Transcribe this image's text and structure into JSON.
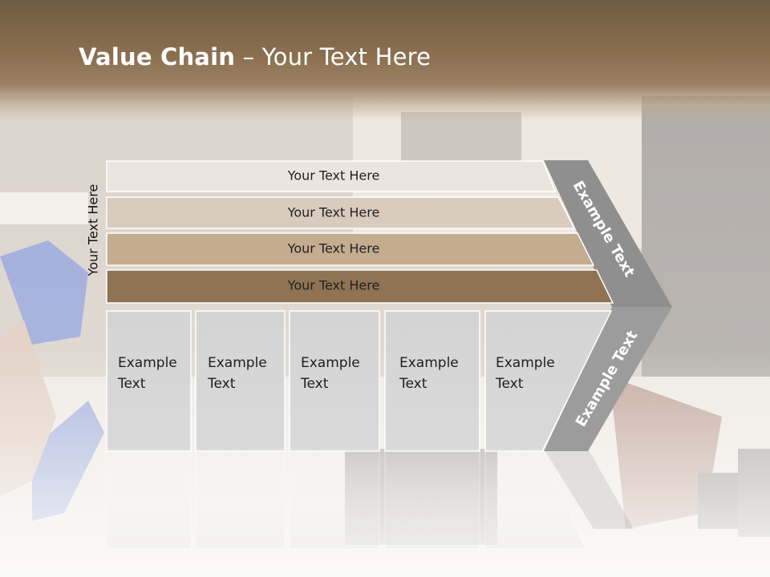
{
  "slide": {
    "title_bold": "Value Chain",
    "title_rest": " – Your Text Here",
    "vertical_label": "Your Text Here"
  },
  "bars": [
    {
      "label": "Your Text Here",
      "fill": "#ebe5df"
    },
    {
      "label": "Your Text Here",
      "fill": "#d9cbbd"
    },
    {
      "label": "Your Text Here",
      "fill": "#c4ac8f"
    },
    {
      "label": "Your Text Here",
      "fill": "#8f7352"
    }
  ],
  "cells": [
    {
      "line1": "Example",
      "line2": "Text"
    },
    {
      "line1": "Example",
      "line2": "Text"
    },
    {
      "line1": "Example",
      "line2": "Text"
    },
    {
      "line1": "Example",
      "line2": "Text"
    },
    {
      "line1": "Example",
      "line2": "Text"
    }
  ],
  "chevron": {
    "upper_label": "Example Text",
    "lower_label": "Example Text",
    "upper_fill": "#8f8f8f",
    "lower_fill": "#9c9c9c"
  }
}
